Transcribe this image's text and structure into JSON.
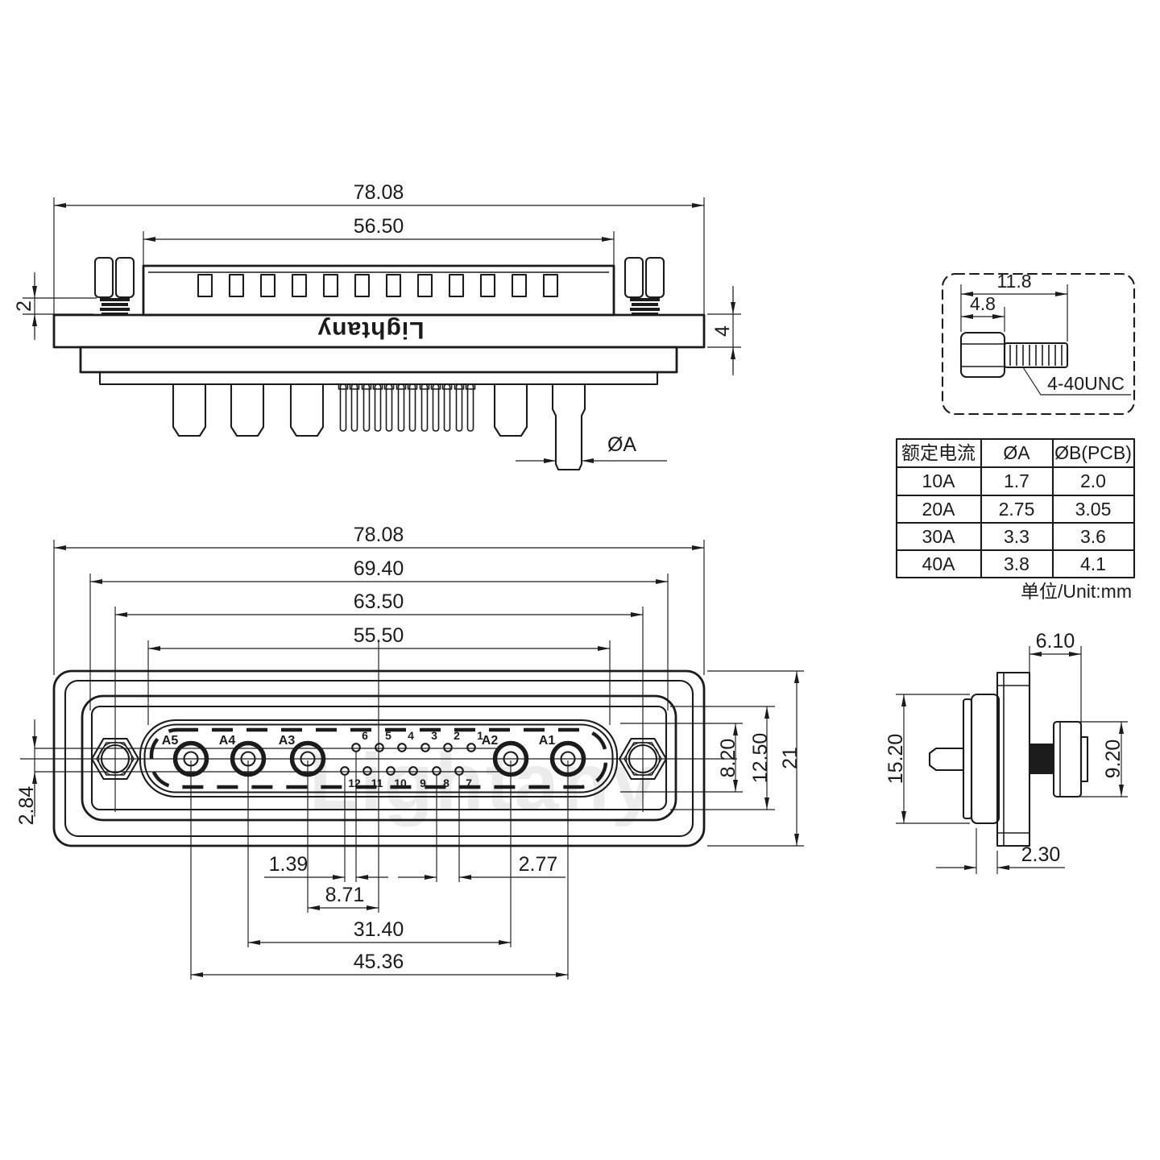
{
  "drawing": {
    "brand_logo": "Lightany",
    "watermark": "Lightany"
  },
  "top_view": {
    "dim_overall_width": "78.08",
    "dim_insert_width": "56.50",
    "dim_screw_gap": "2",
    "dim_flange_thickness": "4",
    "dim_pin_diameter_label": "ØA"
  },
  "screw_detail": {
    "dim_total_length": "11.8",
    "dim_head_length": "4.8",
    "thread_spec": "4-40UNC"
  },
  "spec_table": {
    "headers": [
      "额定电流",
      "ØA",
      "ØB(PCB)"
    ],
    "rows": [
      [
        "10A",
        "1.7",
        "2.0"
      ],
      [
        "20A",
        "2.75",
        "3.05"
      ],
      [
        "30A",
        "3.3",
        "3.6"
      ],
      [
        "40A",
        "3.8",
        "4.1"
      ]
    ],
    "unit_note": "单位/Unit:mm"
  },
  "front_view": {
    "dim_overall_width": "78.08",
    "dim_panel_width": "69.40",
    "dim_screw_span": "63.50",
    "dim_insert_width": "55.50",
    "dim_insert_height": "8.20",
    "dim_panel_height": "12.50",
    "dim_overall_height": "21",
    "dim_row_spacing": "2.84",
    "dim_pin_stagger": "1.39",
    "dim_pin_pitch": "2.77",
    "dim_a3_to_center": "8.71",
    "dim_a4_to_a2": "31.40",
    "dim_a5_to_a1": "45.36",
    "large_pin_labels": [
      "A5",
      "A4",
      "A3",
      "A2",
      "A1"
    ],
    "small_pin_top_row": [
      "6",
      "5",
      "4",
      "3",
      "2",
      "1"
    ],
    "small_pin_bottom_row": [
      "12",
      "11",
      "10",
      "9",
      "8",
      "7"
    ]
  },
  "side_view": {
    "dim_screw_length": "6.10",
    "dim_shell_height": "15.20",
    "dim_screw_head_diameter": "9.20",
    "dim_lip_depth": "2.30"
  }
}
